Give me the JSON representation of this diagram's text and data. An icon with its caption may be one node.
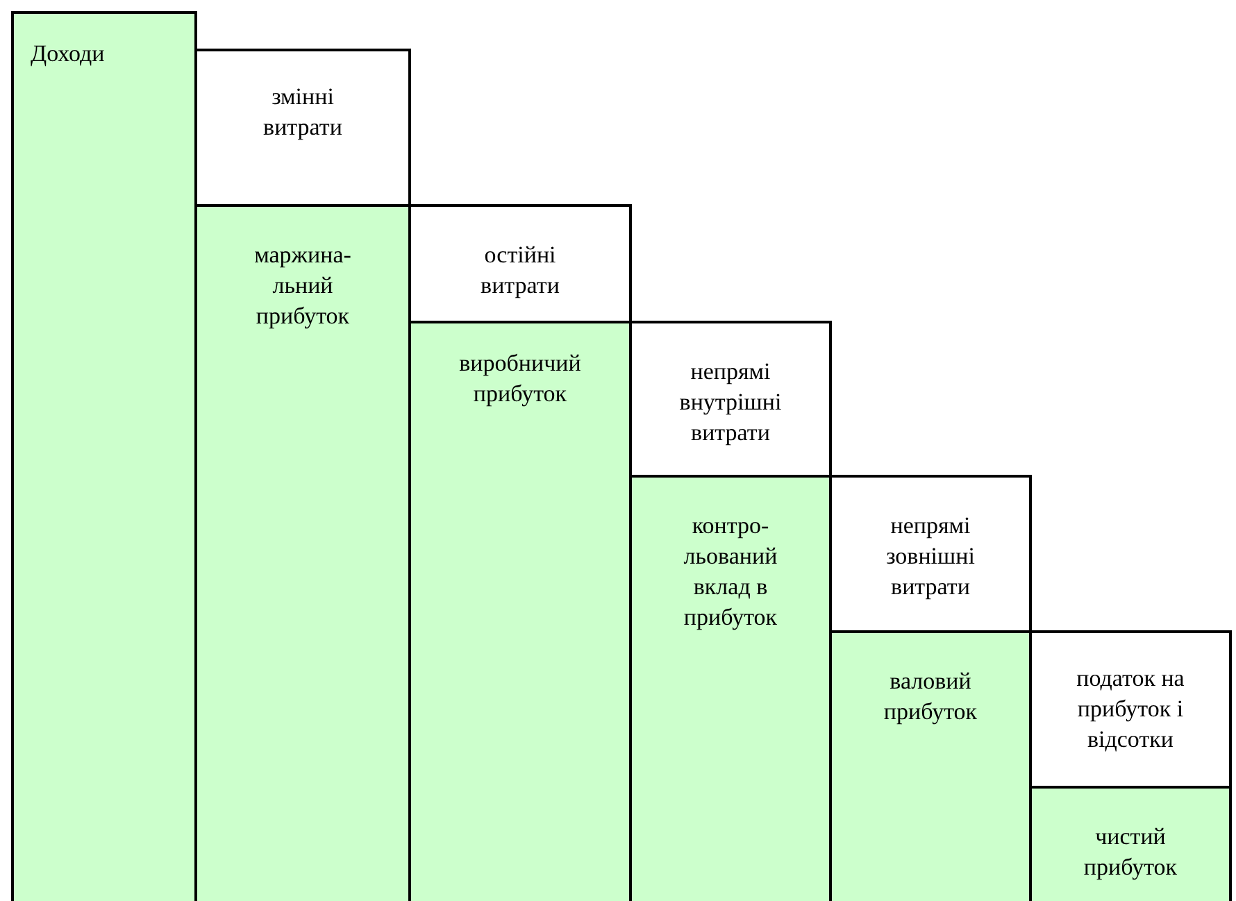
{
  "diagram": {
    "nodes": [
      {
        "text": [
          "Доходи"
        ]
      },
      {
        "text": [
          "змінні витрати"
        ]
      },
      {
        "text": [
          "маржина- льний прибуток"
        ]
      },
      {
        "text": [
          "остійні витрати"
        ]
      },
      {
        "text": [
          "виробничий прибуток"
        ]
      },
      {
        "text": [
          "непрямі внутрішні витрати"
        ]
      },
      {
        "text": [
          "контро- льований вклад в прибуток"
        ]
      },
      {
        "text": [
          "непрямі зовнішні витрати"
        ]
      },
      {
        "text": [
          "валовий прибуток"
        ]
      },
      {
        "text": [
          "податок на прибуток і відсотки"
        ]
      },
      {
        "text": [
          "чистий прибуток"
        ]
      }
    ]
  }
}
